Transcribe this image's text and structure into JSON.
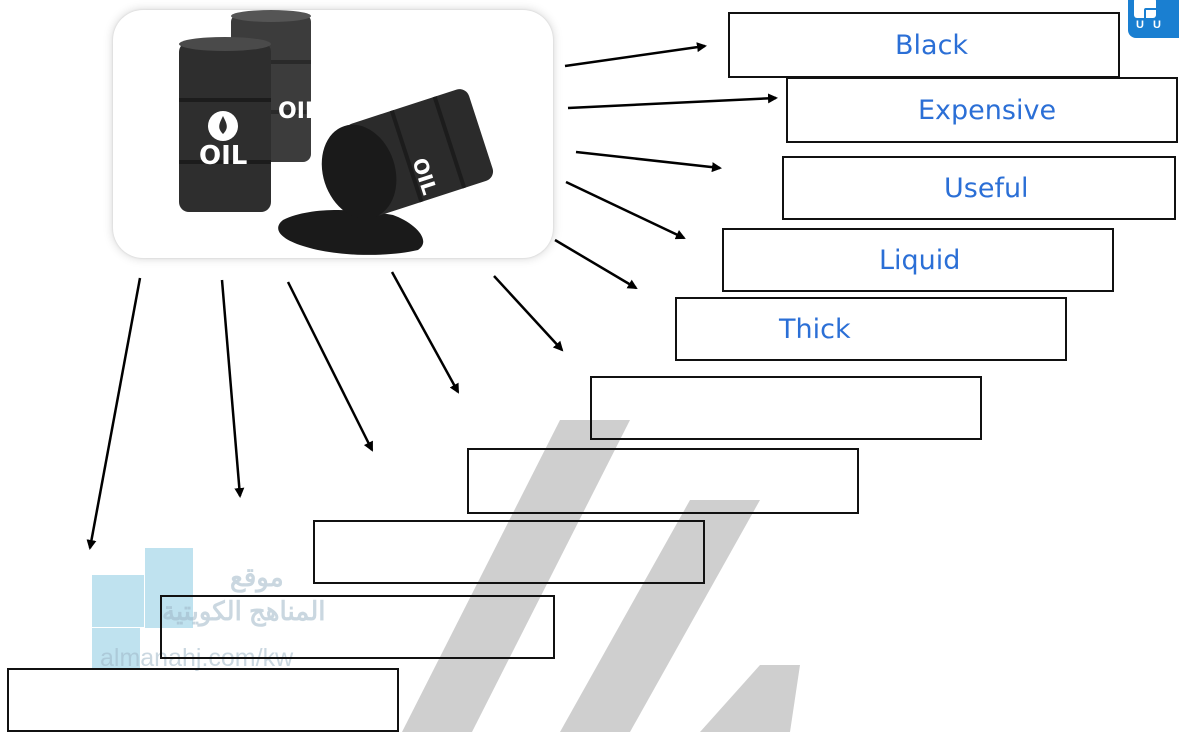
{
  "diagram": {
    "center_image": "oil-barrels-image",
    "barrel_labels": [
      "OIL",
      "OIL",
      "OIL"
    ],
    "answer_boxes": [
      {
        "label": "Black"
      },
      {
        "label": "Expensive"
      },
      {
        "label": "Useful"
      },
      {
        "label": "Liquid"
      },
      {
        "label": "Thick"
      },
      {
        "label": ""
      },
      {
        "label": ""
      },
      {
        "label": ""
      },
      {
        "label": ""
      },
      {
        "label": ""
      }
    ]
  },
  "watermark": {
    "arabic_line1": "موقع",
    "arabic_line2": "المناهج الكويتية",
    "url": "almanahj.com/kw"
  },
  "corner_logo": {
    "text": "U U"
  },
  "colors": {
    "answer_text": "#2b6fd6",
    "stripe": "#cfcfcf",
    "watermark": "#a9d8ea",
    "logo": "#1a7fd1"
  }
}
